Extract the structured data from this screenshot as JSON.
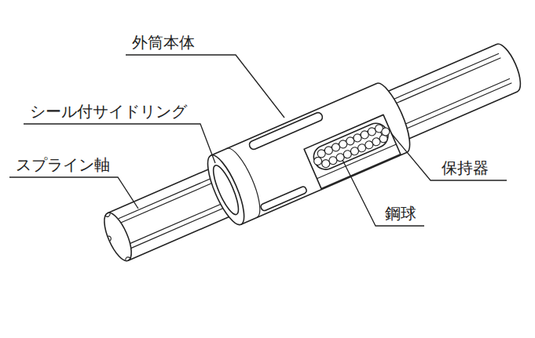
{
  "diagram": {
    "labels": [
      "外筒本体",
      "シール付サイドリング",
      "スプライン軸",
      "保持器",
      "鋼球"
    ]
  }
}
